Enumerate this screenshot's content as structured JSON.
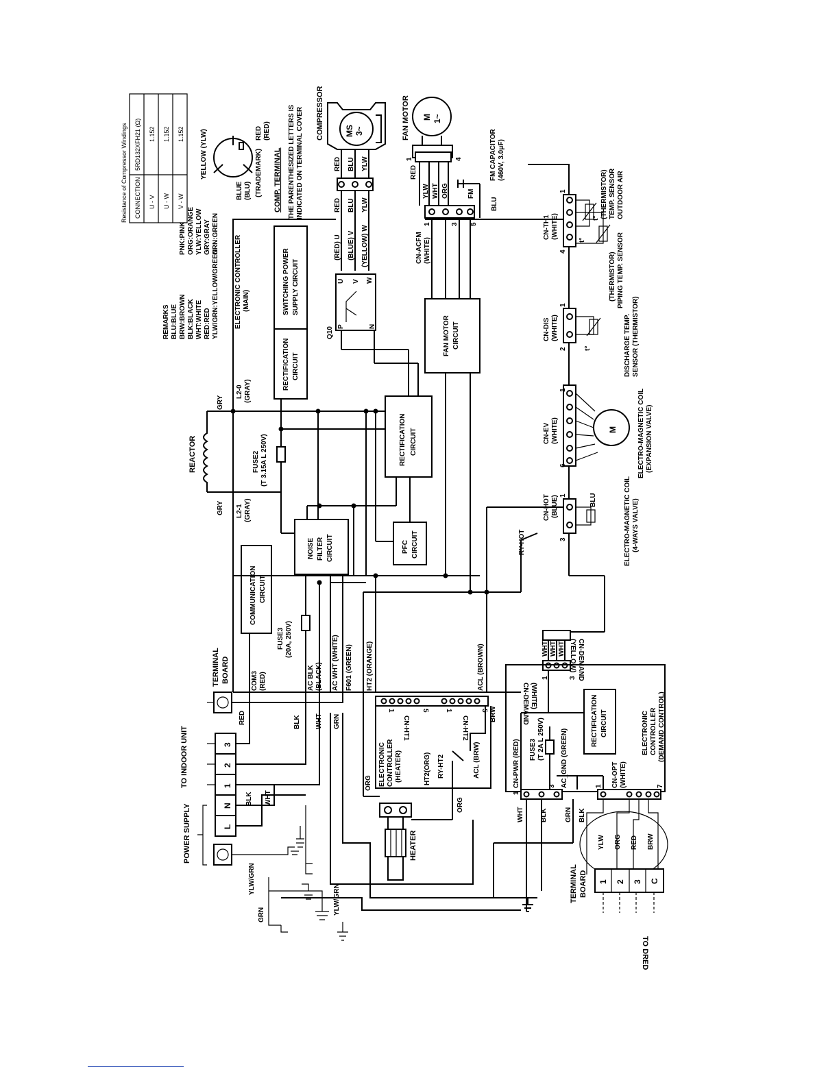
{
  "resistance_table": {
    "title": "Resistance of Compressor Windings",
    "header": [
      "CONNECTION",
      "5RD132XFH21 (Ω)"
    ],
    "rows": [
      [
        "U - V",
        "1.152"
      ],
      [
        "U - W",
        "1.152"
      ],
      [
        "V - W",
        "1.152"
      ]
    ]
  },
  "comp_terminal": {
    "yellow": "YELLOW (YLW)",
    "red": "RED",
    "red_p": "(RED)",
    "blue": "BLUE",
    "blue_p": "(BLU)",
    "trademark": "(TRADEMARK)",
    "title": "COMP. TERMINAL",
    "note1": "THE PARENTHESIZED LETTERS IS",
    "note2": "INDICATED ON TERMINAL COVER"
  },
  "compressor": {
    "title": "COMPRESSOR",
    "symbol1": "MS",
    "symbol2": "3~",
    "wires": [
      "RED",
      "BLU",
      "YLW"
    ],
    "wires2": [
      "RED",
      "BLU",
      "YLW"
    ],
    "phases": [
      "(RED) U",
      "(BLUE) V",
      "(YELLOW) W"
    ]
  },
  "fan_motor": {
    "title": "FAN MOTOR",
    "symbol1": "M",
    "symbol2": "1~",
    "pin1": "1",
    "pin4": "4",
    "wires": [
      "RED",
      "YLW",
      "WHT",
      "ORG"
    ],
    "cap1": "FM CAPACITOR",
    "cap2": "(460V, 3.0μF)",
    "cap_label": "FM",
    "blu": "BLU"
  },
  "remarks": {
    "title": "REMARKS",
    "col1": [
      "BLU:BLUE",
      "BRW:BROWN",
      "BLK:BLACK",
      "WHT:WHITE",
      "RED:RED",
      "YLW/GRN:YELLOW/GREEN"
    ],
    "col2": [
      "PNK:PINK",
      "ORG:ORANGE",
      "YLW:YELLOW",
      "GRY:GRAY",
      "GRN:GREEN"
    ]
  },
  "ec_main": {
    "l1": "ELECTRONIC CONTROLLER",
    "l2": "(MAIN)"
  },
  "blocks": {
    "switching": [
      "SWITCHING POWER",
      "SUPPLY CIRCUIT"
    ],
    "rect1": [
      "RECTIFICATION",
      "CIRCUIT"
    ],
    "rect2": [
      "RECTIFICATION",
      "CIRCUIT"
    ],
    "fan_circuit": [
      "FAN MOTOR",
      "CIRCUIT"
    ],
    "noise": [
      "NOISE",
      "FILTER",
      "CIRCUIT"
    ],
    "pfc": [
      "PFC",
      "CIRCUIT"
    ],
    "comm": [
      "COMMUNICATION",
      "CIRCUIT"
    ],
    "rect3": [
      "RECTIFICATION",
      "CIRCUIT"
    ]
  },
  "q10": {
    "name": "Q10",
    "p": "P",
    "n": "N",
    "u": "U",
    "v": "V",
    "w": "W"
  },
  "cn_acfm": {
    "name": "CN-ACFM",
    "sub": "(WHITE)",
    "pins": [
      "1",
      "3",
      "5"
    ]
  },
  "cn_th1": {
    "name": "CN-TH1",
    "sub": "(WHITE)",
    "pin1": "1",
    "pin4": "4",
    "t": "t°",
    "outdoor": [
      "OUTDOOR AIR",
      "TEMP. SENSOR",
      "(THERMISTOR)"
    ],
    "piping": [
      "PIPING TEMP. SENSOR",
      "(THERMISTOR)"
    ]
  },
  "cn_dis": {
    "name": "CN-DIS",
    "sub": "(WHITE)",
    "pin1": "1",
    "pin2": "2",
    "t": "t°",
    "label": [
      "DISCHARGE TEMP.",
      "SENSOR (THERMISTOR)"
    ]
  },
  "cn_ev": {
    "name": "CN-EV",
    "sub": "(WHITE)",
    "pin1": "1",
    "pin6": "6",
    "m": "M",
    "label": [
      "ELECTRO-MAGNETIC COIL",
      "(EXPANSION VALVE)"
    ]
  },
  "cn_hot": {
    "name": "CN-HOT",
    "sub": "(BLUE)",
    "pin1": "1",
    "pin3": "3",
    "blu": "BLU",
    "relay": "RY-HOT",
    "label": [
      "ELECTRO-MAGNETIC COIL",
      "(4-WAYS VALVE)"
    ]
  },
  "reactor": {
    "name": "REACTOR",
    "gry1": "GRY",
    "gry2": "GRY",
    "l2_0": [
      "L2-0",
      "(GRAY)"
    ],
    "l2_1": [
      "L2-1",
      "(GRAY)"
    ]
  },
  "fuses": {
    "fuse2": [
      "FUSE2",
      "(T 3.15A L 250V)"
    ],
    "fuse3": [
      "FUSE3",
      "(20A, 250V)"
    ],
    "fuse3b": [
      "FUSE3",
      "(T 2A L 250V)"
    ]
  },
  "cn_demand_y": {
    "name": "CN-DEMAND",
    "sub": "(YELLOW)",
    "wires": [
      "WHT",
      "WHT",
      "WHT"
    ]
  },
  "cn_demand_w": {
    "name": "CN-DEMAND",
    "sub": "(WHITE)",
    "pin1": "1",
    "pin3": "3"
  },
  "lines": {
    "com3": [
      "COM3",
      "(RED)"
    ],
    "acblk": [
      "AC BLK",
      "(BLACK)"
    ],
    "acwht": "AC WHT (WHITE)",
    "f601": "F601 (GREEN)",
    "ht2": "HT2 (ORANGE)",
    "acl": "ACL (BROWN)"
  },
  "cn_ht1": {
    "name": "CN-HT1",
    "pin1": "1",
    "pin5": "5"
  },
  "cn_ht2": {
    "name": "CN-HT2",
    "pin1": "1",
    "pin5": "5",
    "brw": "BRW"
  },
  "ec_heater": {
    "l1": "ELECTRONIC",
    "l2": "CONTROLLER",
    "l3": "(HEATER)"
  },
  "ry_ht2": "RY-HT2",
  "acl_brw": "ACL (BRW)",
  "ht2_org": "HT2(ORG)",
  "org1": "ORG",
  "org2": "ORG",
  "heater": "HEATER",
  "cn_pwr": {
    "name": "CN-PWR (RED)",
    "pin1": "1",
    "pin3": "3",
    "acgnd": "AC_GND (GREEN)"
  },
  "cn_opt": {
    "name": "CN-OPT",
    "sub": "(WHITE)",
    "pin1": "1",
    "pin7": "7"
  },
  "ec_demand": {
    "l1": "ELECTRONIC",
    "l2": "CONTROLLER",
    "l3": "(DEMAND CONTROL)"
  },
  "wires_low": {
    "wht": "WHT",
    "blk": "BLK",
    "grn": "GRN",
    "blk2": "BLK"
  },
  "harness": [
    "YLW",
    "ORG",
    "RED",
    "BRW"
  ],
  "terminal_board_dred": {
    "l1": "TERMINAL",
    "l2": "BOARD",
    "keys": [
      "1",
      "2",
      "3",
      "C"
    ],
    "to": "TO DRED"
  },
  "terminal_board_main": {
    "l1": "TERMINAL",
    "l2": "BOARD",
    "keys": [
      "L",
      "N",
      "1",
      "2",
      "3"
    ],
    "red": "RED",
    "blk": "BLK",
    "wht": "WHT",
    "grn": "GRN",
    "blk2": "BLK",
    "wht2": "WHT"
  },
  "to_indoor": "TO INDOOR UNIT",
  "power_supply": "POWER SUPPLY",
  "ground_labels": {
    "ylwgrn1": "YLW/GRN",
    "ylwgrn2": "YLW/GRN",
    "grn": "GRN"
  }
}
